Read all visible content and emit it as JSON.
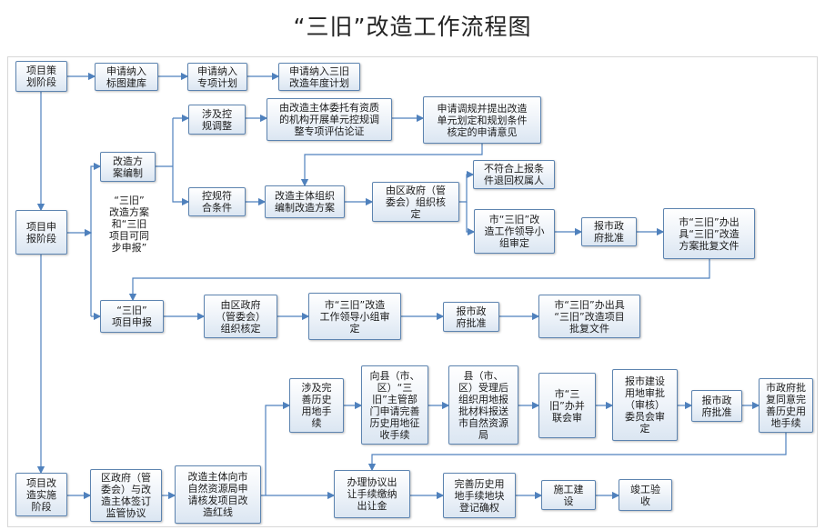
{
  "title": "“三旧”改造工作流程图",
  "nodes": {
    "n1": "项目策\n划阶段",
    "n2": "申请纳入\n标图建库",
    "n3": "申请纳入\n专项计划",
    "n4": "申请纳入三旧\n改造年度计划",
    "n5": "涉及控\n规调整",
    "n6": "由改造主体委托有资质\n的机构开展单元控规调\n整专项评估论证",
    "n7": "申请调规并提出改造\n单元划定和规划条件\n核定的申请意见",
    "n8": "改造方\n案编制",
    "n9": "不符合上报条\n件退回权属人",
    "n10": "项目申\n报阶段",
    "n11": "控规符\n合条件",
    "n12": "改造主体组织\n编制改造方案",
    "n13": "由区政府（管\n委会）组织核\n定",
    "n14": "市“三旧”改\n造工作领导小\n组审定",
    "n15": "报市政\n府批准",
    "n16": "市“三旧”办出\n具“三旧”改造\n方案批复文件",
    "n17": "“三旧”\n项目申报",
    "n18": "由区政府\n（管委会）\n组织核定",
    "n19": "市“三旧”改造\n工作领导小组审\n定",
    "n20": "报市政\n府批准",
    "n21": "市“三旧”办出具\n“三旧”改造项目\n批复文件",
    "n22": "涉及完\n善历史\n用地手\n续",
    "n23": "向县（市、\n区）“三\n旧”主管部\n门申请完善\n历史用地征\n收手续",
    "n24": "县（市、\n区）受理后\n组织用地报\n批材料报送\n市自然资源\n局",
    "n25": "市“三\n旧”办并\n联会审",
    "n26": "报市建设\n用地审批\n（审核）\n委员会审\n定",
    "n27": "报市政\n府批准",
    "n28": "市政府批\n复同意完\n善历史用\n地手续",
    "n29": "项目改\n造实施\n阶段",
    "n30": "区政府（管\n委会）与改\n造主体签订\n监管协议",
    "n31": "改造主体向市\n自然资源局申\n请核发项目改\n造红线",
    "n32": "办理协议出\n让手续缴纳\n出让金",
    "n33": "完善历史用\n地手续地块\n登记确权",
    "n34": "施工建\n设",
    "n35": "竣工验\n收"
  },
  "note": "“三旧”\n改造方案\n和“三旧\n项目可同\n步申报”",
  "colors": {
    "line": "#4f81bd",
    "border": "#5d84b0"
  }
}
